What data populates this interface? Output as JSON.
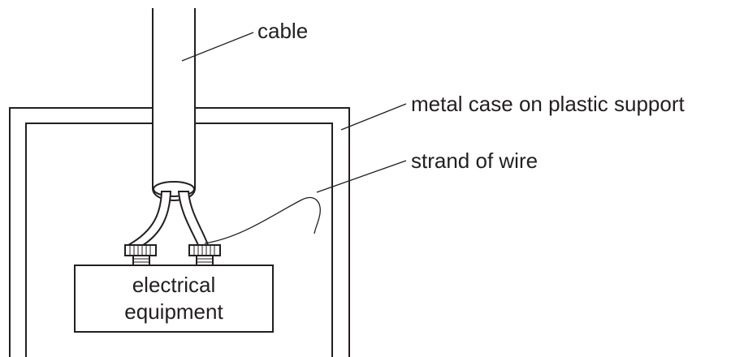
{
  "labels": {
    "cable": "cable",
    "case": "metal case on plastic support",
    "strand": "strand of wire",
    "equipment_line1": "electrical",
    "equipment_line2": "equipment"
  },
  "colors": {
    "ink": "#231f20",
    "background": "#ffffff"
  }
}
